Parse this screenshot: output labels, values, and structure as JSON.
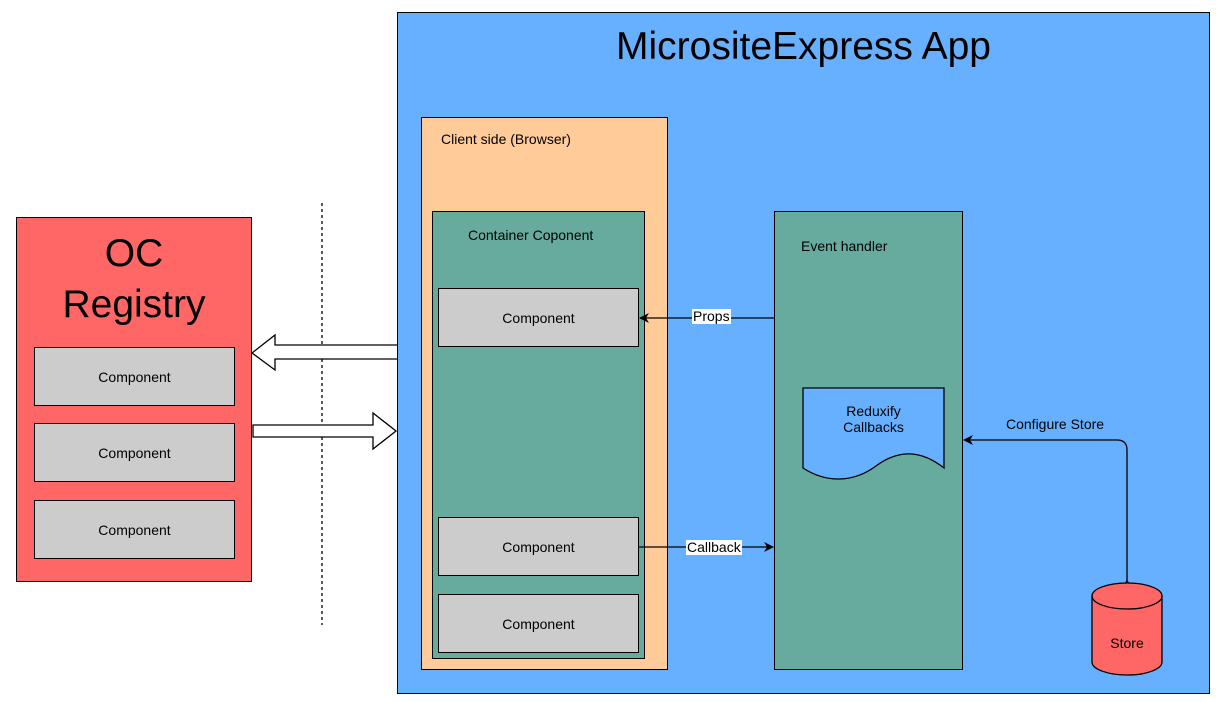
{
  "registry": {
    "title_line1": "OC",
    "title_line2": "Registry",
    "components": [
      "Component",
      "Component",
      "Component"
    ]
  },
  "app": {
    "title": "MicrositeExpress App",
    "client_label": "Client side (Browser)",
    "container_label": "Container Coponent",
    "container_components": [
      "Component",
      "Component",
      "Component"
    ],
    "handler_label": "Event handler",
    "reduxify_line1": "Reduxify",
    "reduxify_line2": "Callbacks",
    "props_label": "Props",
    "callback_label": "Callback",
    "configure_store_label": "Configure Store",
    "store_label": "Store"
  },
  "colors": {
    "registry_fill": "#ff6666",
    "app_fill": "#66b0ff",
    "client_fill": "#ffcc99",
    "container_fill": "#67ab9f",
    "component_fill": "#cccccc",
    "store_fill": "#ff6666"
  }
}
